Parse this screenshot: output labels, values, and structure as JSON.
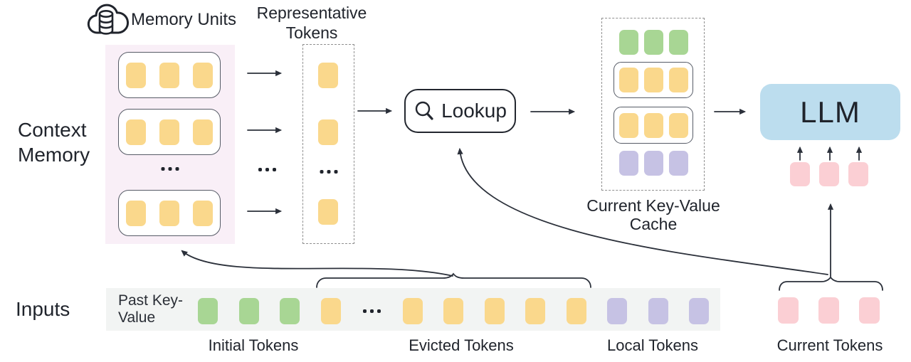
{
  "colors": {
    "yellow": "#fad88c",
    "green": "#a8d694",
    "purple": "#c6c2e4",
    "pink": "#fbcfd4",
    "llm_blue": "#bcddee",
    "memory_panel_bg": "#f9eff7",
    "input_strip_bg": "#f2f4f3",
    "stroke": "#2b303a"
  },
  "context_memory": {
    "section_label": "Context Memory",
    "memory_units_title": "Memory Units",
    "ellipsis": "...",
    "memory_row": {
      "name": "memory-unit",
      "color": "yellow",
      "count": 3
    }
  },
  "representative": {
    "title": "Representative Tokens",
    "token": {
      "name": "representative",
      "color": "yellow",
      "count": 1
    }
  },
  "lookup": {
    "label": "Lookup"
  },
  "kv_cache": {
    "label": "Current Key-Value Cache",
    "rows": [
      {
        "style": "plain",
        "name": "initial",
        "color": "green",
        "count": 3
      },
      {
        "style": "boxed",
        "name": "retrieved",
        "color": "yellow",
        "count": 3
      },
      {
        "style": "boxed",
        "name": "retrieved",
        "color": "yellow",
        "count": 3
      },
      {
        "style": "plain",
        "name": "local",
        "color": "purple",
        "count": 3
      }
    ]
  },
  "llm": {
    "label": "LLM",
    "input_tokens": {
      "name": "current",
      "color": "pink",
      "count": 3
    }
  },
  "inputs": {
    "section_label": "Inputs",
    "past_kv_label": "Past Key-Value",
    "sequence": [
      {
        "type": "tokens",
        "name": "initial",
        "color": "green",
        "count": 3
      },
      {
        "type": "tokens",
        "name": "evicted",
        "color": "yellow",
        "count": 1
      },
      {
        "type": "dots"
      },
      {
        "type": "tokens",
        "name": "evicted",
        "color": "yellow",
        "count": 5
      },
      {
        "type": "tokens",
        "name": "local",
        "color": "purple",
        "count": 3
      }
    ],
    "current_tokens": {
      "name": "current",
      "color": "pink",
      "count": 3
    },
    "group_labels": {
      "initial": "Initial Tokens",
      "evicted": "Evicted Tokens",
      "local": "Local Tokens",
      "current": "Current Tokens"
    }
  }
}
